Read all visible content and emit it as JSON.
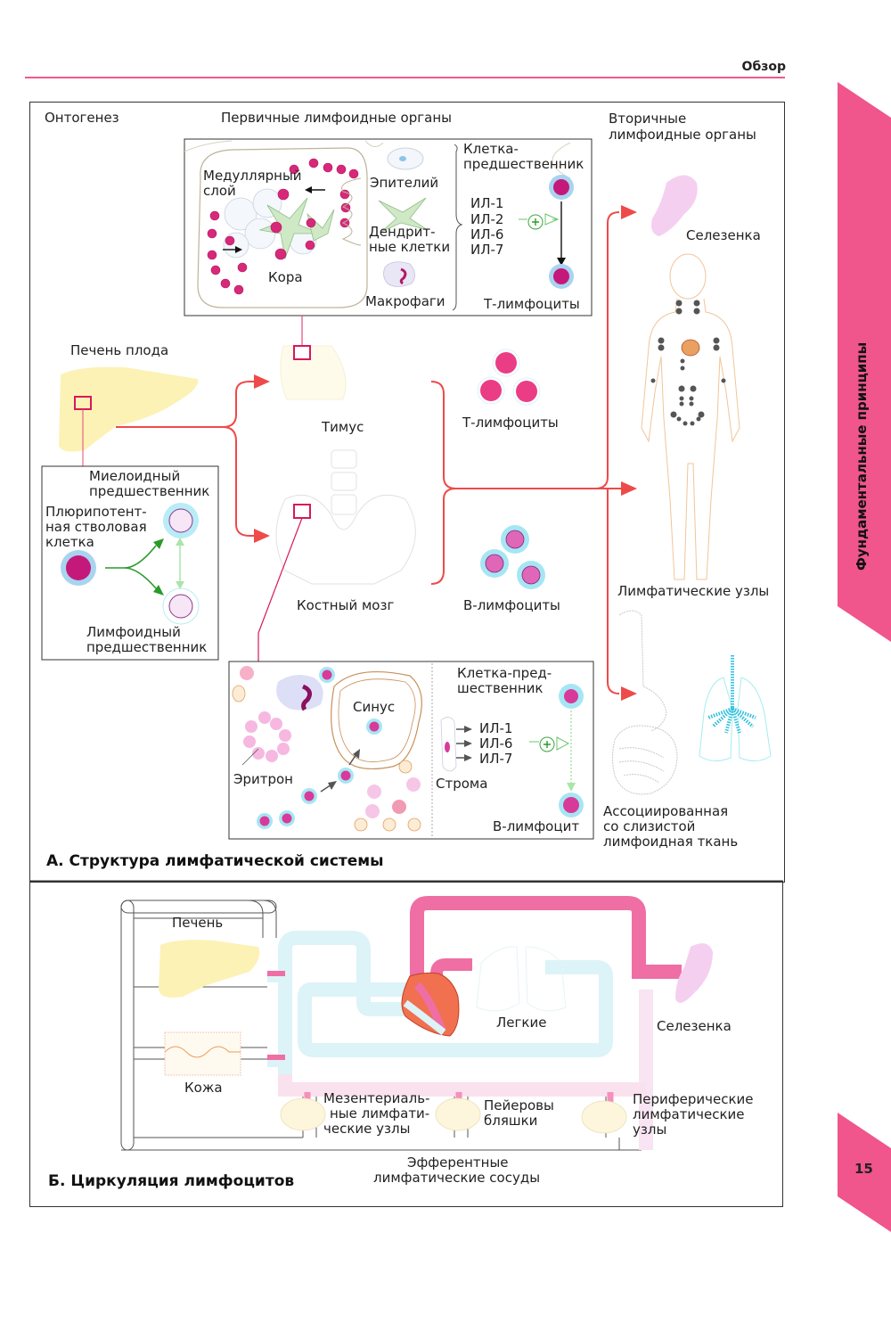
{
  "header": {
    "section_title": "Обзор",
    "accent_color": "#ee5a8a"
  },
  "side_tab": {
    "chapter_label": "Фундаментальные принципы",
    "page_number": "15",
    "color": "#f0558c"
  },
  "panel_a": {
    "title": "А. Структура лимфатической системы",
    "column_headers": {
      "ontogenesis": "Онтогенез",
      "primary": "Первичные лимфоидные органы",
      "secondary_line1": "Вторичные",
      "secondary_line2": "лимфоидные органы"
    },
    "thymus_inset": {
      "medulla_line1": "Медуллярный",
      "medulla_line2": "слой",
      "cortex": "Кора",
      "epithelium": "Эпителий",
      "dendritic_line1": "Дендрит-",
      "dendritic_line2": "ные клетки",
      "macrophages": "Макрофаги",
      "precursor_line1": "Клетка-",
      "precursor_line2": "предшественник",
      "interleukins": [
        "ИЛ-1",
        "ИЛ-2",
        "ИЛ-6",
        "ИЛ-7"
      ],
      "result": "Т-лимфоциты"
    },
    "fetal_liver": "Печень плода",
    "thymus": "Тимус",
    "bone_marrow": "Костный мозг",
    "t_lymphocytes": "Т-лимфоциты",
    "b_lymphocytes": "В-лимфоциты",
    "stem_cell_box": {
      "myeloid_line1": "Миелоидный",
      "myeloid_line2": "предшественник",
      "stem_line1": "Плюрипотент-",
      "stem_line2": "ная стволовая",
      "stem_line3": "клетка",
      "lymphoid_line1": "Лимфоидный",
      "lymphoid_line2": "предшественник"
    },
    "marrow_inset": {
      "sinus": "Синус",
      "erythron": "Эритрон",
      "precursor_line1": "Клетка-пред-",
      "precursor_line2": "шественник",
      "interleukins": [
        "ИЛ-1",
        "ИЛ-6",
        "ИЛ-7"
      ],
      "stroma": "Строма",
      "result": "В-лимфоцит"
    },
    "spleen": "Селезенка",
    "lymph_nodes": "Лимфатические узлы",
    "malt_line1": "Ассоциированная",
    "malt_line2": "со слизистой",
    "malt_line3": "лимфоидная ткань"
  },
  "panel_b": {
    "title": "Б. Циркуляция лимфоцитов",
    "liver": "Печень",
    "skin": "Кожа",
    "lungs": "Легкие",
    "spleen": "Селезенка",
    "mesenteric_line1": "Мезентериаль-",
    "mesenteric_line2": "ные лимфати-",
    "mesenteric_line3": "ческие узлы",
    "peyer_line1": "Пейеровы",
    "peyer_line2": "бляшки",
    "peripheral_line1": "Периферические",
    "peripheral_line2": "лимфатические",
    "peripheral_line3": "узлы",
    "efferent_line1": "Эфферентные",
    "efferent_line2": "лимфатические сосуды"
  }
}
